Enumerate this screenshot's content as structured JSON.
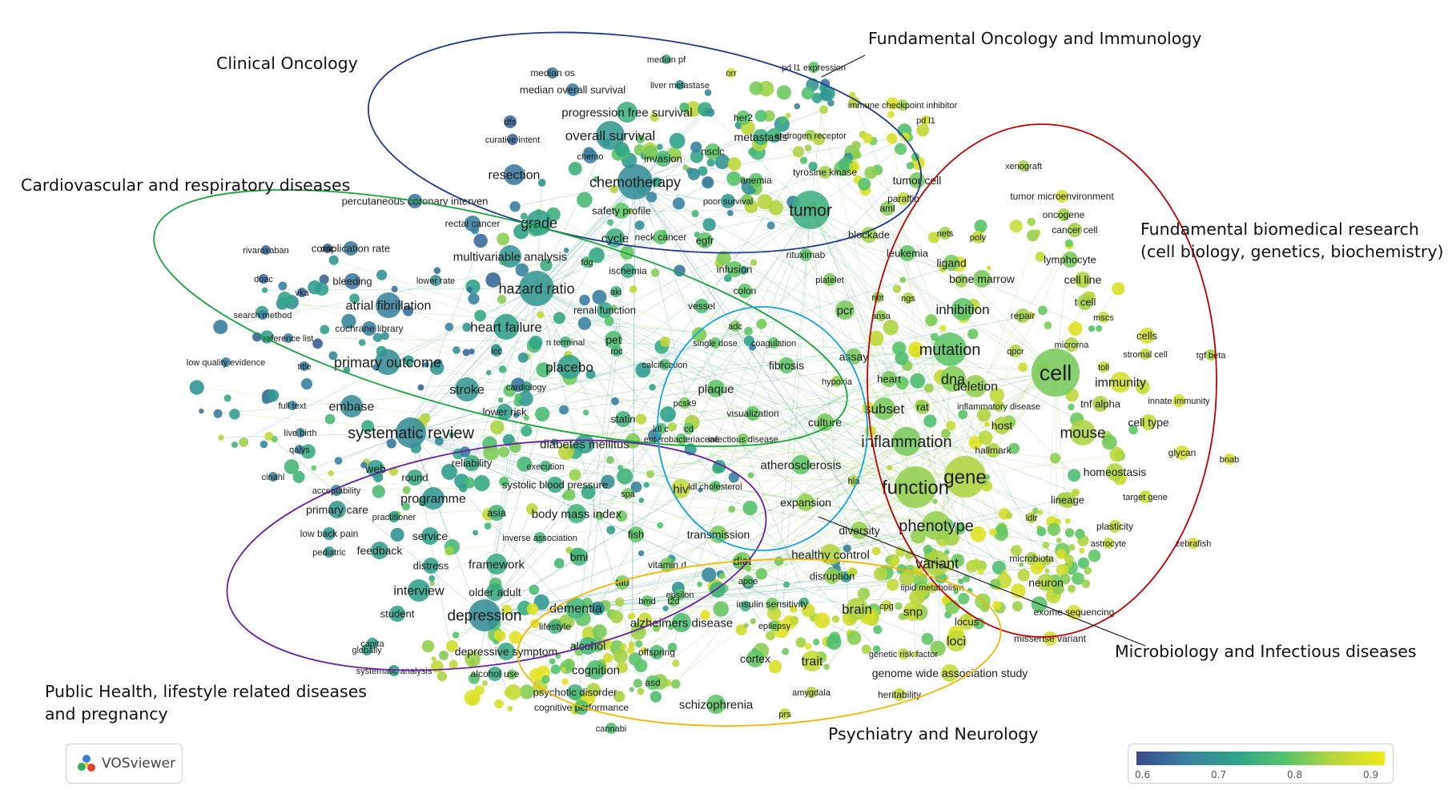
{
  "app": {
    "logo_text": "VOSviewer"
  },
  "color_scale": {
    "ticks": [
      "0.6",
      "0.7",
      "0.8",
      "0.9"
    ],
    "gradient": [
      "#3a4a8e",
      "#3a7fa0",
      "#2fa38a",
      "#56c46a",
      "#b9d63c",
      "#f3e817"
    ]
  },
  "clusters": [
    {
      "id": "clinical-oncology",
      "lines": [
        "Clinical Oncology"
      ],
      "color": "#1f3a8a"
    },
    {
      "id": "fundamental-oncology",
      "lines": [
        "Fundamental Oncology and Immunology"
      ],
      "color": "#1f3a8a"
    },
    {
      "id": "cardio",
      "lines": [
        "Cardiovascular and respiratory diseases"
      ],
      "color": "#1aa33a"
    },
    {
      "id": "biomedical",
      "lines": [
        "Fundamental biomedical research",
        "(cell biology, genetics, biochemistry)"
      ],
      "color": "#c00000"
    },
    {
      "id": "public-health",
      "lines": [
        "Public Health, lifestyle  related diseases",
        "and pregnancy"
      ],
      "color": "#6a1fa0"
    },
    {
      "id": "microbiology",
      "lines": [
        "Microbiology and Infectious diseases"
      ],
      "color": "#17a2d8"
    },
    {
      "id": "psychiatry",
      "lines": [
        "Psychiatry and Neurology"
      ],
      "color": "#f2b705"
    }
  ],
  "terms": [
    {
      "t": "median pf",
      "v": 0.75
    },
    {
      "t": "orr",
      "v": 0.9
    },
    {
      "t": "pd l1 expression",
      "v": 0.8
    },
    {
      "t": "median os",
      "v": 0.65
    },
    {
      "t": "liver metastase",
      "v": 0.7
    },
    {
      "t": "median overall survival",
      "v": 0.65
    },
    {
      "t": "immune checkpoint inhibitor",
      "v": 0.85
    },
    {
      "t": "pd l1",
      "v": 0.9
    },
    {
      "t": "progression free survival",
      "v": 0.75
    },
    {
      "t": "her2",
      "v": 0.8
    },
    {
      "t": "dfs",
      "v": 0.62
    },
    {
      "t": "curative intent",
      "v": 0.62
    },
    {
      "t": "overall survival",
      "v": 0.7
    },
    {
      "t": "metastasis",
      "v": 0.75
    },
    {
      "t": "androgen receptor",
      "v": 0.85
    },
    {
      "t": "chemo",
      "v": 0.65
    },
    {
      "t": "invasion",
      "v": 0.78
    },
    {
      "t": "nsclc",
      "v": 0.8
    },
    {
      "t": "resection",
      "v": 0.64
    },
    {
      "t": "chemotherapy",
      "v": 0.68
    },
    {
      "t": "anemia",
      "v": 0.8
    },
    {
      "t": "tyrosine kinase",
      "v": 0.85
    },
    {
      "t": "xenograft",
      "v": 0.85
    },
    {
      "t": "tumor cell",
      "v": 0.82
    },
    {
      "t": "paraffin",
      "v": 0.88
    },
    {
      "t": "tumor microenvironment",
      "v": 0.9
    },
    {
      "t": "poor survival",
      "v": 0.7
    },
    {
      "t": "safety profile",
      "v": 0.8
    },
    {
      "t": "tumor",
      "v": 0.75
    },
    {
      "t": "aml",
      "v": 0.83
    },
    {
      "t": "oncogene",
      "v": 0.85
    },
    {
      "t": "percutaneous coronary interven",
      "v": 0.64
    },
    {
      "t": "rectal cancer",
      "v": 0.65
    },
    {
      "t": "grade",
      "v": 0.72
    },
    {
      "t": "cycle",
      "v": 0.75
    },
    {
      "t": "neck cancer",
      "v": 0.8
    },
    {
      "t": "egfr",
      "v": 0.8
    },
    {
      "t": "blockade",
      "v": 0.85
    },
    {
      "t": "nets",
      "v": 0.85
    },
    {
      "t": "poly",
      "v": 0.88
    },
    {
      "t": "cancer cell",
      "v": 0.85
    },
    {
      "t": "complication rate",
      "v": 0.65
    },
    {
      "t": "oac",
      "v": 0.62
    },
    {
      "t": "rivaroxaban",
      "v": 0.62
    },
    {
      "t": "multivariable analysis",
      "v": 0.7
    },
    {
      "t": "leukemia",
      "v": 0.8
    },
    {
      "t": "ligand",
      "v": 0.82
    },
    {
      "t": "lymphocyte",
      "v": 0.82
    },
    {
      "t": "fdg",
      "v": 0.78
    },
    {
      "t": "ischemia",
      "v": 0.74
    },
    {
      "t": "infusion",
      "v": 0.8
    },
    {
      "t": "rituximab",
      "v": 0.8
    },
    {
      "t": "bleeding",
      "v": 0.64
    },
    {
      "t": "doac",
      "v": 0.62
    },
    {
      "t": "lower rate",
      "v": 0.68
    },
    {
      "t": "hazard ratio",
      "v": 0.7
    },
    {
      "t": "platelet",
      "v": 0.82
    },
    {
      "t": "bone marrow",
      "v": 0.82
    },
    {
      "t": "cell line",
      "v": 0.86
    },
    {
      "t": "vka",
      "v": 0.62
    },
    {
      "t": "aki",
      "v": 0.76
    },
    {
      "t": "colon",
      "v": 0.8
    },
    {
      "t": "net",
      "v": 0.84
    },
    {
      "t": "ngs",
      "v": 0.86
    },
    {
      "t": "atrial fibrillation",
      "v": 0.66
    },
    {
      "t": "vessel",
      "v": 0.78
    },
    {
      "t": "pcr",
      "v": 0.82
    },
    {
      "t": "inhibition",
      "v": 0.8
    },
    {
      "t": "t cell",
      "v": 0.85
    },
    {
      "t": "search method",
      "v": 0.65
    },
    {
      "t": "renal function",
      "v": 0.74
    },
    {
      "t": "ansa",
      "v": 0.84
    },
    {
      "t": "repair",
      "v": 0.85
    },
    {
      "t": "mscs",
      "v": 0.88
    },
    {
      "t": "cochrane library",
      "v": 0.65
    },
    {
      "t": "heart failure",
      "v": 0.72
    },
    {
      "t": "adc",
      "v": 0.82
    },
    {
      "t": "cells",
      "v": 0.9
    },
    {
      "t": "reference list",
      "v": 0.66
    },
    {
      "t": "icc",
      "v": 0.7
    },
    {
      "t": "n terminal",
      "v": 0.76
    },
    {
      "t": "pet",
      "v": 0.78
    },
    {
      "t": "single dose",
      "v": 0.8
    },
    {
      "t": "coagulation",
      "v": 0.8
    },
    {
      "t": "mutation",
      "v": 0.8
    },
    {
      "t": "qpcr",
      "v": 0.86
    },
    {
      "t": "microrna",
      "v": 0.86
    },
    {
      "t": "tgf beta",
      "v": 0.85
    },
    {
      "t": "stromal cell",
      "v": 0.88
    },
    {
      "t": "low quality evidence",
      "v": 0.66
    },
    {
      "t": "title",
      "v": 0.66
    },
    {
      "t": "primary outcome",
      "v": 0.68
    },
    {
      "t": "roc",
      "v": 0.76
    },
    {
      "t": "placebo",
      "v": 0.72
    },
    {
      "t": "calcification",
      "v": 0.78
    },
    {
      "t": "fibrosis",
      "v": 0.8
    },
    {
      "t": "assay",
      "v": 0.82
    },
    {
      "t": "dna",
      "v": 0.83
    },
    {
      "t": "cell",
      "v": 0.82
    },
    {
      "t": "toll",
      "v": 0.88
    },
    {
      "t": "cardiology",
      "v": 0.72
    },
    {
      "t": "hypoxia",
      "v": 0.84
    },
    {
      "t": "heart",
      "v": 0.82
    },
    {
      "t": "deletion",
      "v": 0.84
    },
    {
      "t": "immunity",
      "v": 0.9
    },
    {
      "t": "plaque",
      "v": 0.8
    },
    {
      "t": "stroke",
      "v": 0.7
    },
    {
      "t": "full text",
      "v": 0.66
    },
    {
      "t": "embase",
      "v": 0.68
    },
    {
      "t": "lower risk",
      "v": 0.72
    },
    {
      "t": "pcsk9",
      "v": 0.82
    },
    {
      "t": "subset",
      "v": 0.82
    },
    {
      "t": "rat",
      "v": 0.84
    },
    {
      "t": "inflammatory disease",
      "v": 0.86
    },
    {
      "t": "tnf alpha",
      "v": 0.86
    },
    {
      "t": "innate immunity",
      "v": 0.9
    },
    {
      "t": "visualization",
      "v": 0.8
    },
    {
      "t": "statin",
      "v": 0.76
    },
    {
      "t": "culture",
      "v": 0.82
    },
    {
      "t": "host",
      "v": 0.86
    },
    {
      "t": "mouse",
      "v": 0.86
    },
    {
      "t": "cell type",
      "v": 0.88
    },
    {
      "t": "live birth",
      "v": 0.66
    },
    {
      "t": "systematic review",
      "v": 0.68
    },
    {
      "t": "diabetes mellitus",
      "v": 0.72
    },
    {
      "t": "ldl c",
      "v": 0.78
    },
    {
      "t": "cd",
      "v": 0.8
    },
    {
      "t": "infectious disease",
      "v": 0.82
    },
    {
      "t": "inflammation",
      "v": 0.82
    },
    {
      "t": "qalys",
      "v": 0.66
    },
    {
      "t": "enterobacteriaceae",
      "v": 0.8
    },
    {
      "t": "hallmark",
      "v": 0.86
    },
    {
      "t": "glycan",
      "v": 0.9
    },
    {
      "t": "bnab",
      "v": 0.9
    },
    {
      "t": "reliability",
      "v": 0.74
    },
    {
      "t": "execution",
      "v": 0.76
    },
    {
      "t": "atherosclerosis",
      "v": 0.8
    },
    {
      "t": "cinahl",
      "v": 0.66
    },
    {
      "t": "web",
      "v": 0.72
    },
    {
      "t": "round",
      "v": 0.74
    },
    {
      "t": "gene",
      "v": 0.86
    },
    {
      "t": "homeostasis",
      "v": 0.86
    },
    {
      "t": "acceptability",
      "v": 0.68
    },
    {
      "t": "systolic blood pressure",
      "v": 0.74
    },
    {
      "t": "hiv",
      "v": 0.88
    },
    {
      "t": "ldl cholesterol",
      "v": 0.8
    },
    {
      "t": "function",
      "v": 0.84
    },
    {
      "t": "hla",
      "v": 0.86
    },
    {
      "t": "spa",
      "v": 0.82
    },
    {
      "t": "lineage",
      "v": 0.86
    },
    {
      "t": "target gene",
      "v": 0.88
    },
    {
      "t": "programme",
      "v": 0.7
    },
    {
      "t": "primary care",
      "v": 0.7
    },
    {
      "t": "practitioner",
      "v": 0.72
    },
    {
      "t": "asia",
      "v": 0.76
    },
    {
      "t": "body mass index",
      "v": 0.76
    },
    {
      "t": "expansion",
      "v": 0.84
    },
    {
      "t": "ldlr",
      "v": 0.86
    },
    {
      "t": "phenotype",
      "v": 0.84
    },
    {
      "t": "plasticity",
      "v": 0.88
    },
    {
      "t": "low back pain",
      "v": 0.7
    },
    {
      "t": "service",
      "v": 0.72
    },
    {
      "t": "inverse association",
      "v": 0.76
    },
    {
      "t": "fish",
      "v": 0.8
    },
    {
      "t": "transmission",
      "v": 0.82
    },
    {
      "t": "diversity",
      "v": 0.84
    },
    {
      "t": "astrocyte",
      "v": 0.88
    },
    {
      "t": "zebrafish",
      "v": 0.9
    },
    {
      "t": "pediatric",
      "v": 0.7
    },
    {
      "t": "feedback",
      "v": 0.72
    },
    {
      "t": "distress",
      "v": 0.72
    },
    {
      "t": "framework",
      "v": 0.74
    },
    {
      "t": "bmi",
      "v": 0.76
    },
    {
      "t": "vitamin d",
      "v": 0.82
    },
    {
      "t": "diet",
      "v": 0.82
    },
    {
      "t": "healthy control",
      "v": 0.86
    },
    {
      "t": "variant",
      "v": 0.86
    },
    {
      "t": "microbiota",
      "v": 0.86
    },
    {
      "t": "disruption",
      "v": 0.84
    },
    {
      "t": "apoe",
      "v": 0.8
    },
    {
      "t": "tau",
      "v": 0.82
    },
    {
      "t": "lipid metabolism",
      "v": 0.88
    },
    {
      "t": "neuron",
      "v": 0.86
    },
    {
      "t": "interview",
      "v": 0.72
    },
    {
      "t": "older adult",
      "v": 0.74
    },
    {
      "t": "epsilon",
      "v": 0.8
    },
    {
      "t": "bmd",
      "v": 0.8
    },
    {
      "t": "t2d",
      "v": 0.8
    },
    {
      "t": "insulin sensitivity",
      "v": 0.82
    },
    {
      "t": "brain",
      "v": 0.86
    },
    {
      "t": "cpg",
      "v": 0.88
    },
    {
      "t": "snp",
      "v": 0.88
    },
    {
      "t": "exome sequencing",
      "v": 0.9
    },
    {
      "t": "student",
      "v": 0.72
    },
    {
      "t": "depression",
      "v": 0.68
    },
    {
      "t": "dementia",
      "v": 0.76
    },
    {
      "t": "locus",
      "v": 0.88
    },
    {
      "t": "lifestyle",
      "v": 0.76
    },
    {
      "t": "alzheimers disease",
      "v": 0.78
    },
    {
      "t": "epilepsy",
      "v": 0.82
    },
    {
      "t": "capita",
      "v": 0.72
    },
    {
      "t": "alcohol",
      "v": 0.76
    },
    {
      "t": "loci",
      "v": 0.88
    },
    {
      "t": "missense variant",
      "v": 0.9
    },
    {
      "t": "globally",
      "v": 0.72
    },
    {
      "t": "depressive symptom",
      "v": 0.74
    },
    {
      "t": "offspring",
      "v": 0.78
    },
    {
      "t": "cortex",
      "v": 0.8
    },
    {
      "t": "genetic risk factor",
      "v": 0.88
    },
    {
      "t": "trait",
      "v": 0.88
    },
    {
      "t": "systematic analysis",
      "v": 0.72
    },
    {
      "t": "cognition",
      "v": 0.78
    },
    {
      "t": "alcohol use",
      "v": 0.74
    },
    {
      "t": "asd",
      "v": 0.8
    },
    {
      "t": "genome wide association study",
      "v": 0.88
    },
    {
      "t": "psychotic disorder",
      "v": 0.76
    },
    {
      "t": "amygdala",
      "v": 0.86
    },
    {
      "t": "heritability",
      "v": 0.88
    },
    {
      "t": "cognitive performance",
      "v": 0.78
    },
    {
      "t": "schizophrenia",
      "v": 0.8
    },
    {
      "t": "prs",
      "v": 0.88
    },
    {
      "t": "cannabi",
      "v": 0.78
    }
  ]
}
